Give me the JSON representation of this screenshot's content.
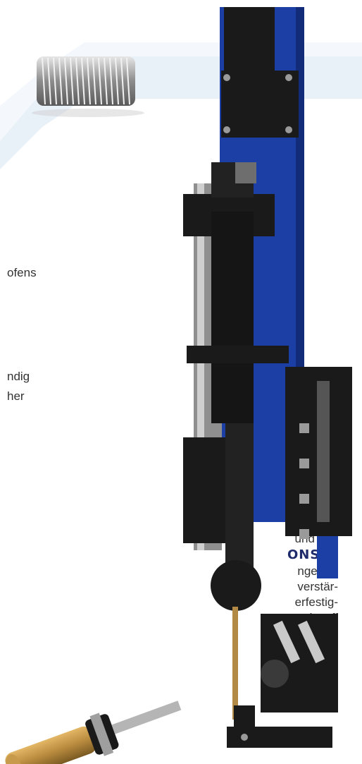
{
  "fragments": {
    "line1": "ofens",
    "line2": "ndig",
    "line3": "her",
    "para_line1": "und den",
    "para_brand": "ONSEL",
    "para_line3": "ngerem",
    "para_line4": "verstär-",
    "para_line5": "erfestig-",
    "para_line6": "erkstoff"
  },
  "colors": {
    "brand": "#1f2a6b",
    "machine_blue": "#1c3fa6",
    "machine_black": "#1a1a1a",
    "backdrop": "#e9f1f8",
    "brass": "#b88a3e"
  },
  "icons": {
    "coil": "thread-insert-coil-image",
    "machine": "insertion-machine-image",
    "tool": "insertion-tool-image"
  }
}
